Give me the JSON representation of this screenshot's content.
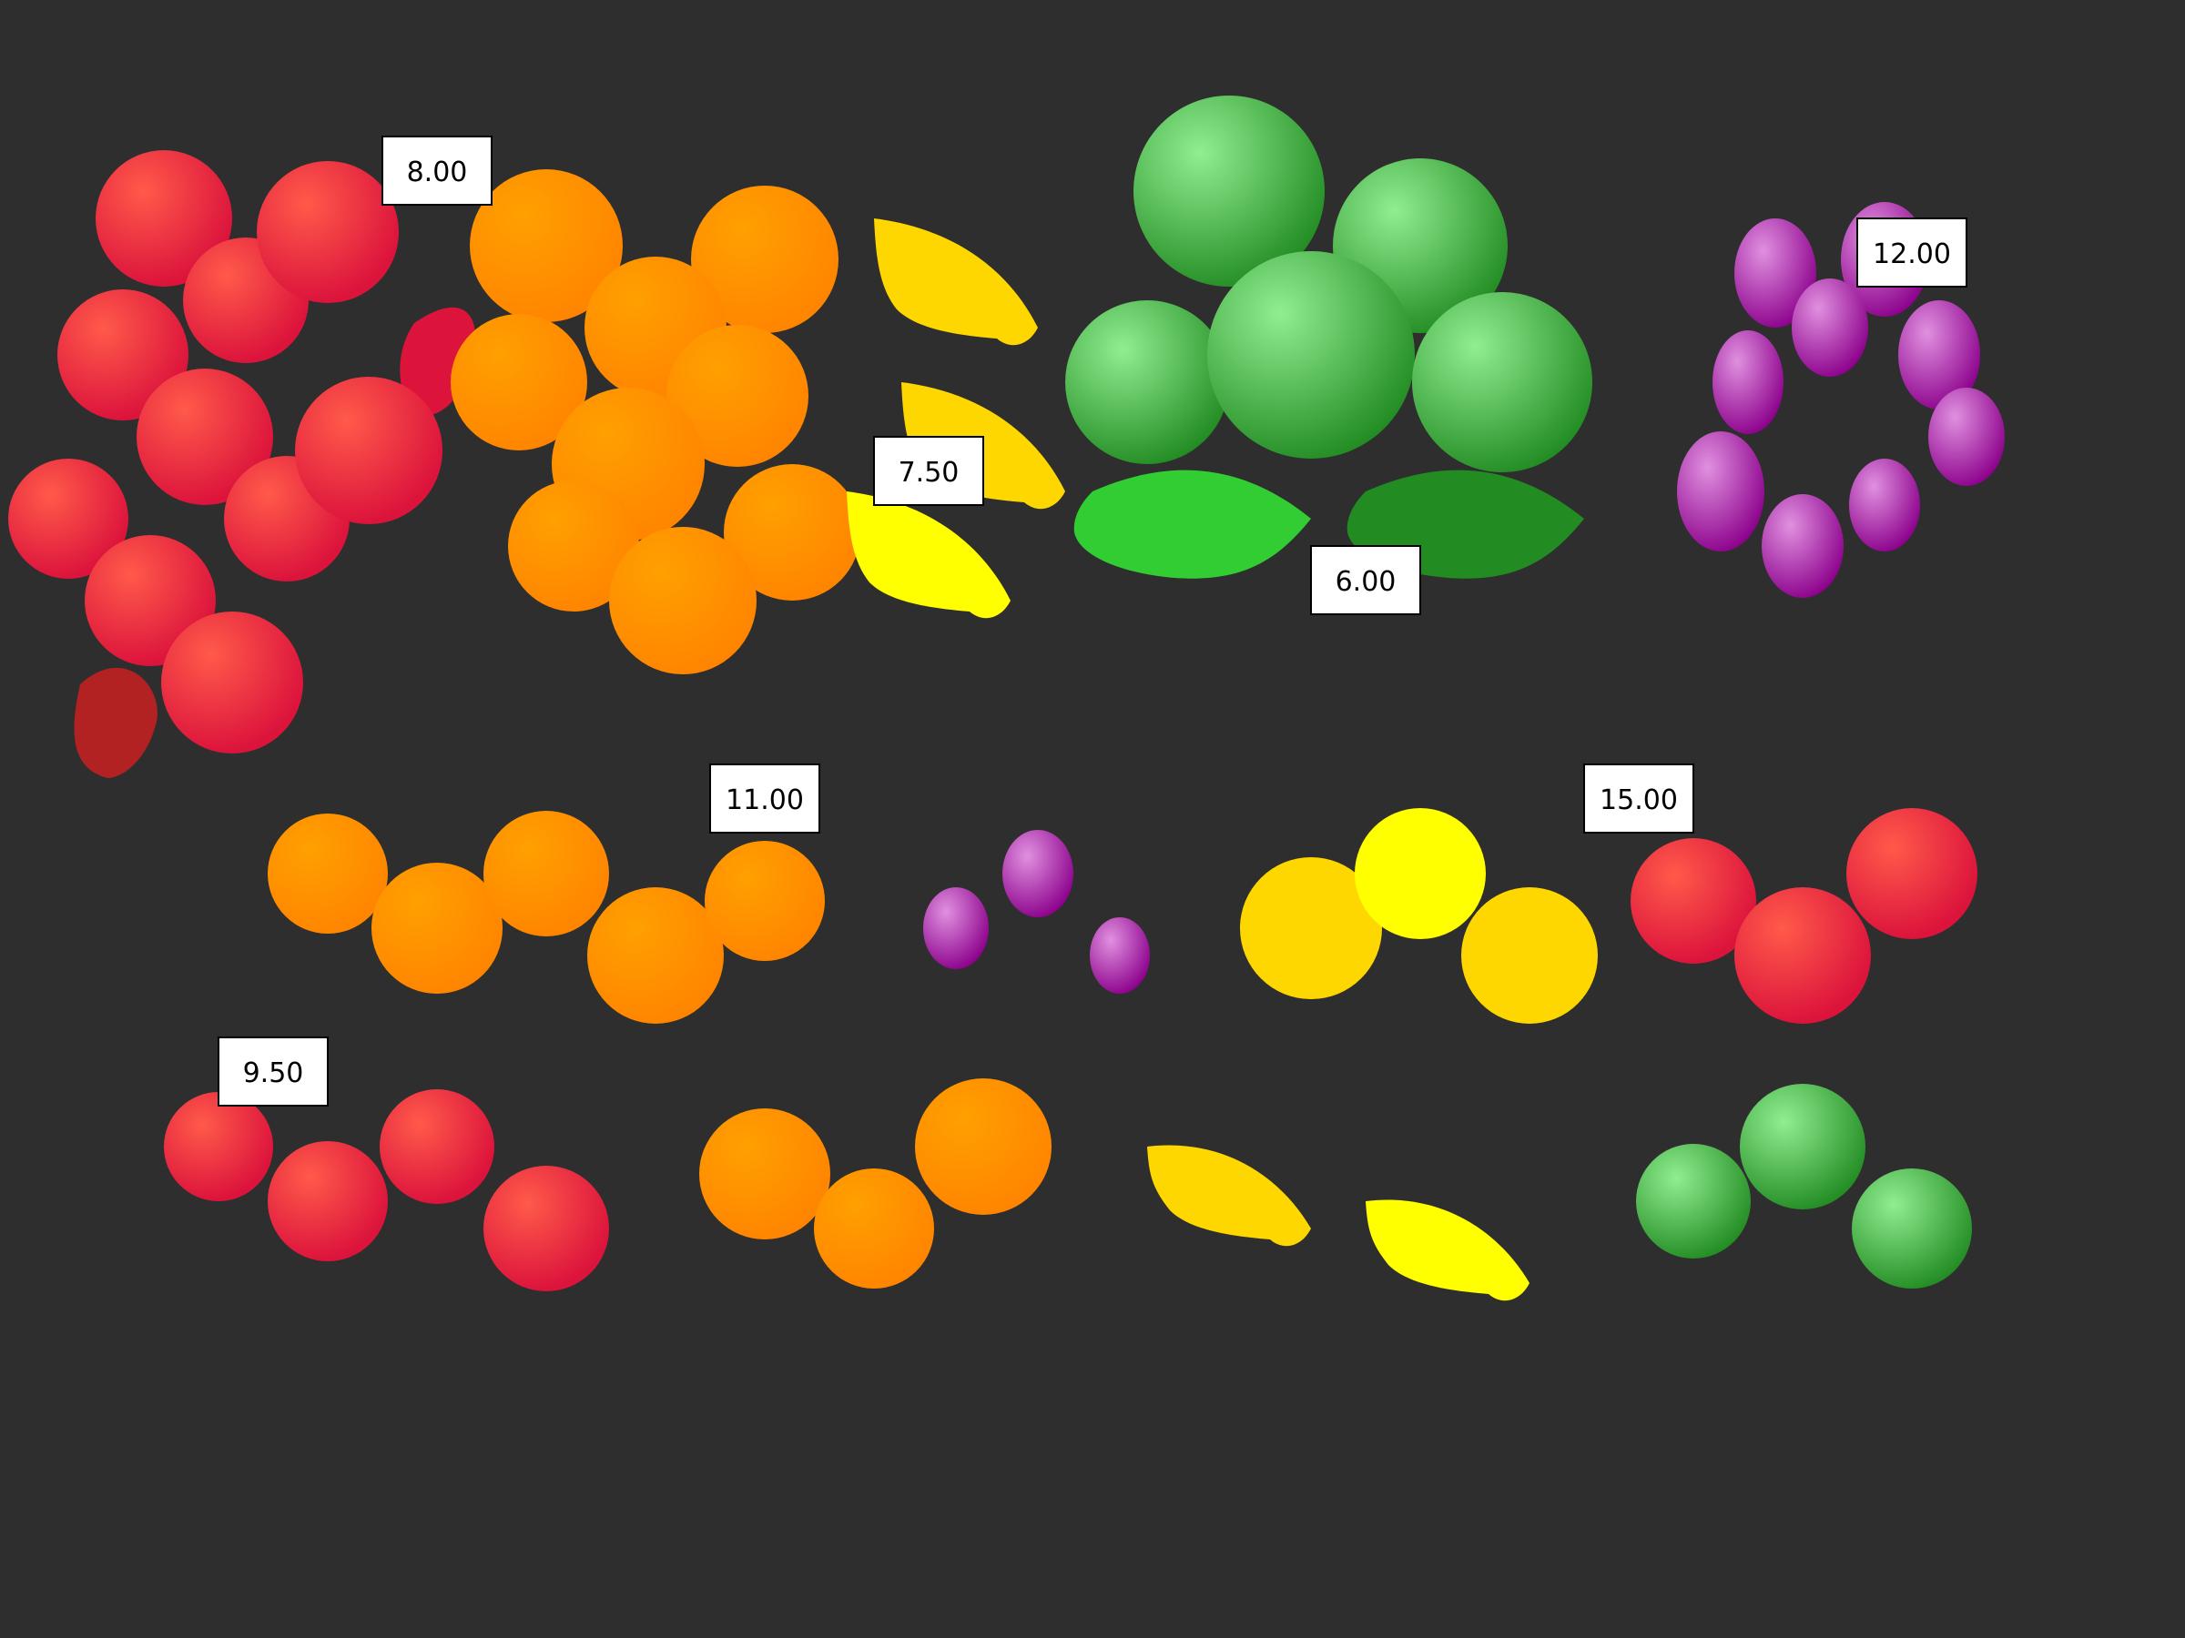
{
  "scene": {
    "background": "#2e2e2e",
    "fruit_colors": {
      "apple": "#e8243c",
      "apple_leaf_red": "#dc143c",
      "apple_leaf_dark": "#b22222",
      "orange": "#ff8c00",
      "banana": "#ffd700",
      "banana_bright": "#ffff00",
      "lime": "#32a832",
      "lime_leaf": "#32cd32",
      "lime_leaf_dark": "#228b22",
      "grape": "#a020a0"
    },
    "price_tags": [
      {
        "id": "tag-apples",
        "text": "8.00"
      },
      {
        "id": "tag-bananas",
        "text": "7.50"
      },
      {
        "id": "tag-limes",
        "text": "6.00"
      },
      {
        "id": "tag-grapes",
        "text": "12.00"
      },
      {
        "id": "tag-oranges-row",
        "text": "11.00"
      },
      {
        "id": "tag-apples-row",
        "text": "15.00"
      },
      {
        "id": "tag-apples-small",
        "text": "9.50"
      }
    ]
  }
}
